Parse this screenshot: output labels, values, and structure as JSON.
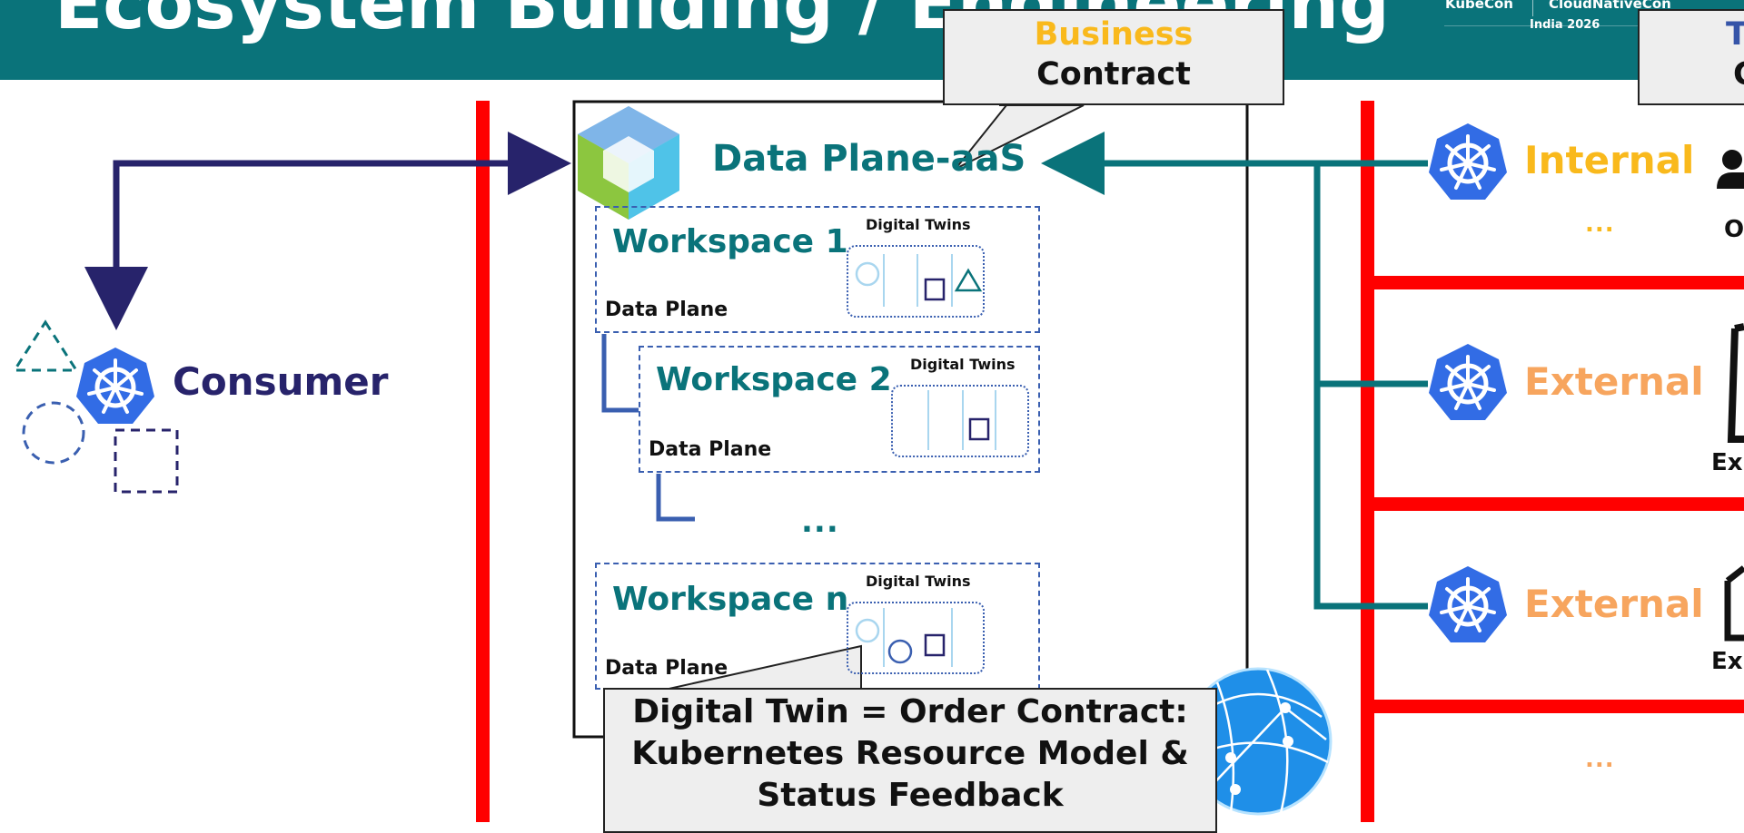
{
  "slide": {
    "title": "Ecosystem Building / Engineering",
    "logo": {
      "kubecon": "KubeCon",
      "cloudnativecon": "CloudNativeCon",
      "event": "India 2026"
    }
  },
  "business_contract": {
    "line1": "Business",
    "line2": "Contract"
  },
  "technical_contract": {
    "line1": "T",
    "line2": "C"
  },
  "consumer": {
    "label": "Consumer"
  },
  "center": {
    "title": "Data Plane-aaS",
    "workspaces": [
      {
        "title": "Workspace 1",
        "plane": "Data Plane",
        "twins": "Digital Twins"
      },
      {
        "title": "Workspace 2",
        "plane": "Data Plane",
        "twins": "Digital Twins"
      },
      {
        "title": "Workspace n",
        "plane": "Data Plane",
        "twins": "Digital Twins"
      }
    ],
    "ellipsis": "..."
  },
  "providers": [
    {
      "label": "Internal",
      "color": "#f9b91c",
      "ellipsis": "...",
      "side_text": "O"
    },
    {
      "label": "External",
      "color": "#f7a55e",
      "side_text": "Ex"
    },
    {
      "label": "External",
      "color": "#f7a55e",
      "side_text": "Ex"
    }
  ],
  "providers_more": "...",
  "digital_twin_quote": {
    "line1": "Digital Twin = Order Contract:",
    "line2": "Kubernetes Resource Model &",
    "line3": "Status Feedback"
  },
  "colors": {
    "header": "#0a737a",
    "teal": "#0a737a",
    "navy": "#27236b",
    "red": "#ff0000",
    "k8s": "#326ce5"
  }
}
